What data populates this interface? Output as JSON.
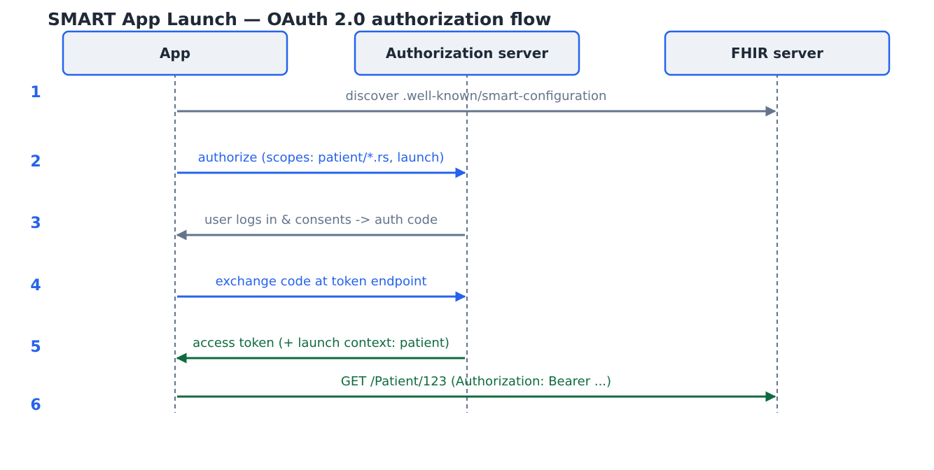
{
  "title": "SMART App Launch — OAuth 2.0 authorization flow",
  "colors": {
    "title_text": "#1f2937",
    "actor_fill": "#eef2f7",
    "actor_stroke": "#2563eb",
    "actor_text": "#1f2937",
    "lifeline": "#64748b",
    "step_number": "#2563eb",
    "gray": "#64748b",
    "blue": "#2563eb",
    "green": "#0f6b3f"
  },
  "actors": [
    {
      "id": "app",
      "label": "App"
    },
    {
      "id": "auth",
      "label": "Authorization server"
    },
    {
      "id": "fhir",
      "label": "FHIR server"
    }
  ],
  "steps": [
    {
      "number": "1",
      "from": "app",
      "to": "fhir",
      "label": "discover .well-known/smart-configuration",
      "color": "gray"
    },
    {
      "number": "2",
      "from": "app",
      "to": "auth",
      "label": "authorize  (scopes: patient/*.rs, launch)",
      "color": "blue"
    },
    {
      "number": "3",
      "from": "auth",
      "to": "app",
      "label": "user logs in & consents -> auth code",
      "color": "gray"
    },
    {
      "number": "4",
      "from": "app",
      "to": "auth",
      "label": "exchange code at token endpoint",
      "color": "blue"
    },
    {
      "number": "5",
      "from": "auth",
      "to": "app",
      "label": "access token (+ launch context: patient)",
      "color": "green"
    },
    {
      "number": "6",
      "from": "app",
      "to": "fhir",
      "label": "GET /Patient/123  (Authorization: Bearer ...)",
      "color": "green"
    }
  ]
}
